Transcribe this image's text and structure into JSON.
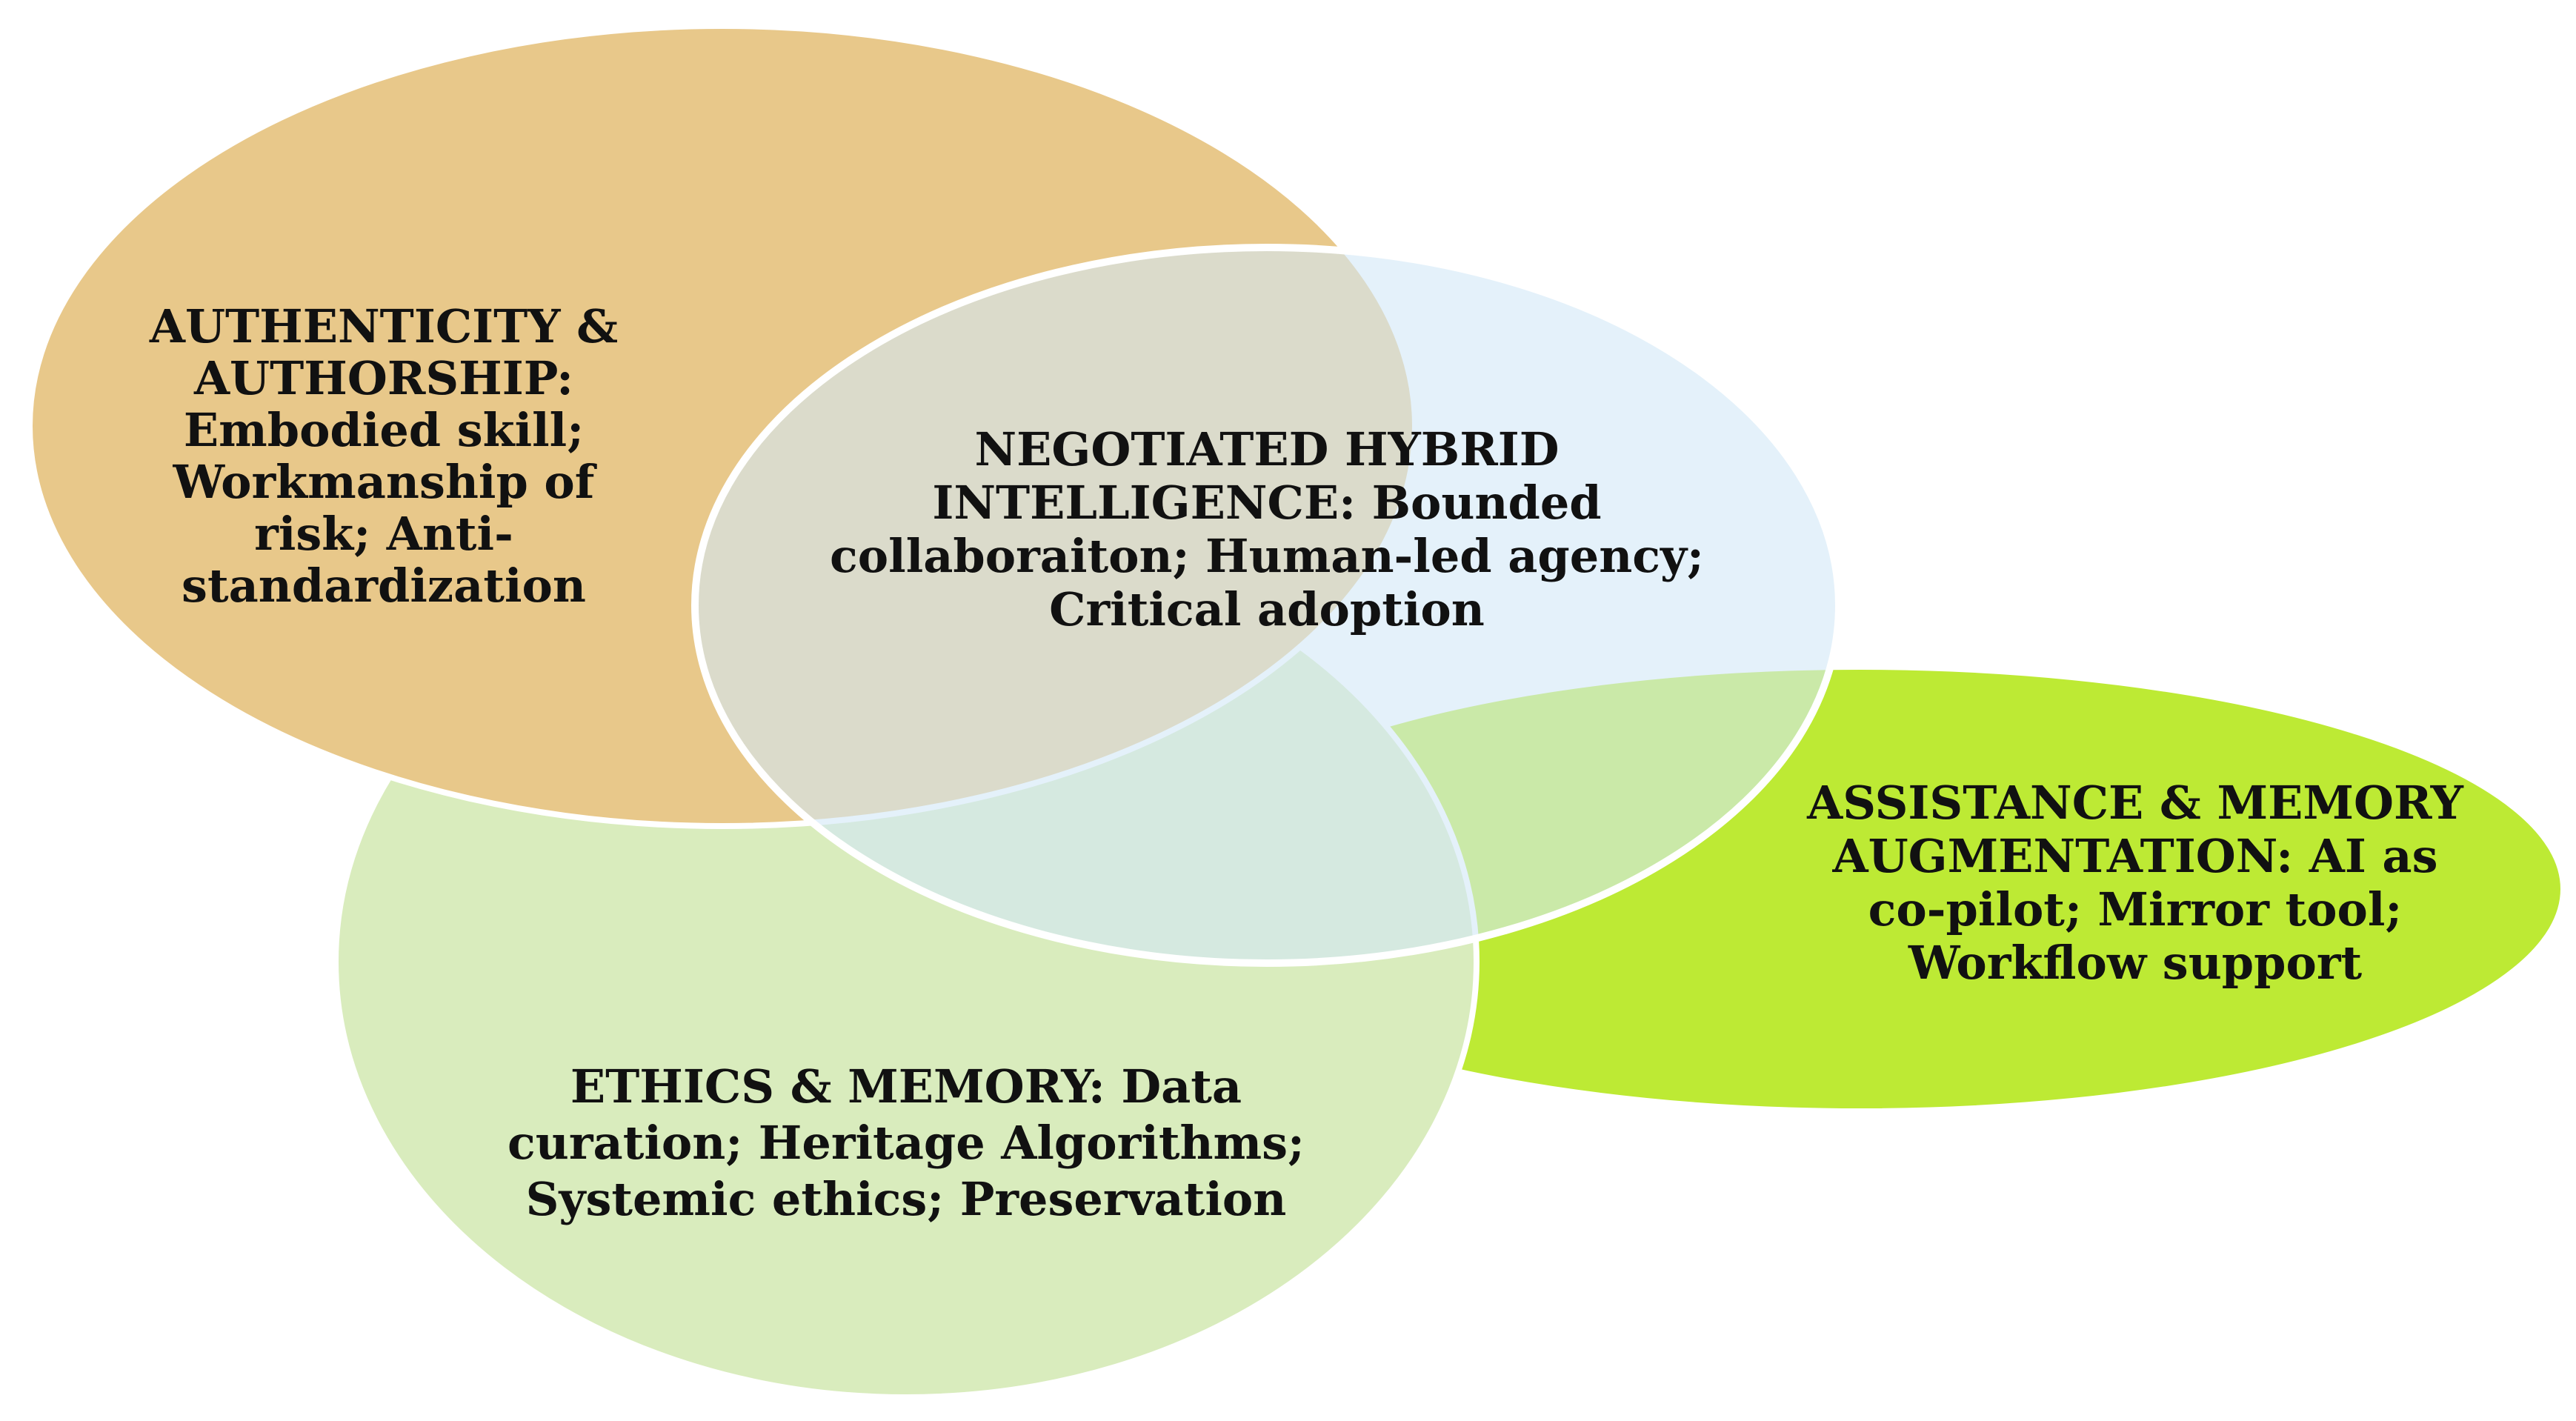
{
  "diagram": {
    "colors": {
      "authenticity": "#e8c88a",
      "assistance": "#bdea34",
      "ethics": "#d9ecbd",
      "hybrid": "#d2e8f7",
      "outline": "#ffffff",
      "text": "#111111"
    },
    "ellipses": {
      "authenticity": {
        "lines": [
          "AUTHENTICITY &",
          "AUTHORSHIP:",
          "Embodied skill;",
          "Workmanship of",
          "risk; Anti-",
          "standardization"
        ]
      },
      "hybrid": {
        "lines": [
          "NEGOTIATED HYBRID",
          "INTELLIGENCE: Bounded",
          "collaboraiton; Human-led agency;",
          "Critical adoption"
        ]
      },
      "assistance": {
        "lines": [
          "ASSISTANCE & MEMORY",
          "AUGMENTATION: AI as",
          "co-pilot; Mirror tool;",
          "Workflow support"
        ]
      },
      "ethics": {
        "lines": [
          "ETHICS & MEMORY: Data",
          "curation; Heritage Algorithms;",
          "Systemic ethics; Preservation"
        ]
      }
    }
  }
}
